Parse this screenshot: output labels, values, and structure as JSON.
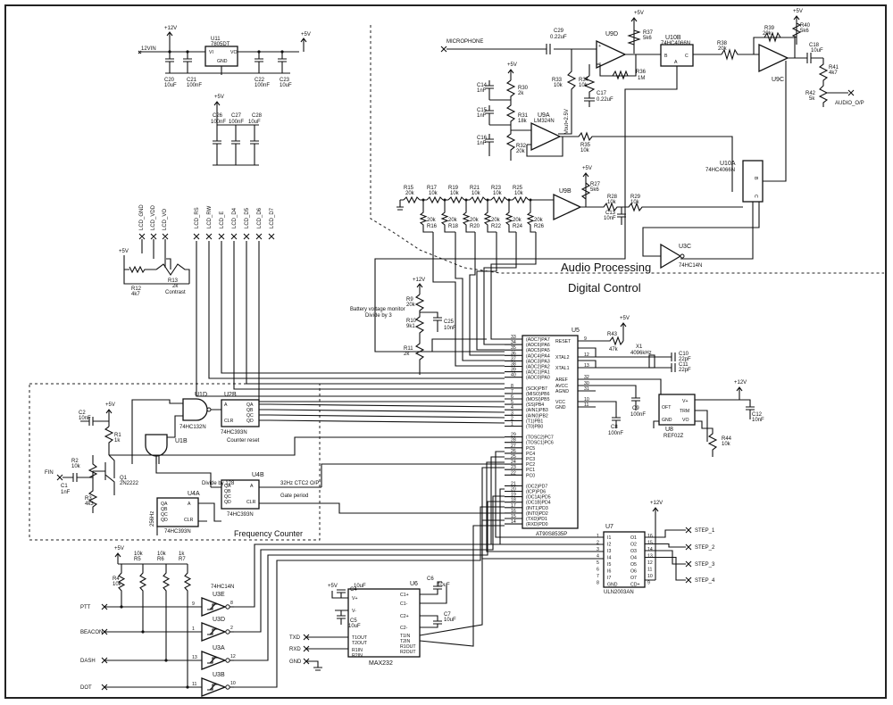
{
  "sections": {
    "audio_processing": "Audio Processing",
    "digital_control": "Digital Control",
    "frequency_counter": "Frequency Counter"
  },
  "power": {
    "v12": "+12V",
    "v5": "+5V",
    "vin": "12VIN"
  },
  "regulator": {
    "ref": "U11",
    "part": "7805DT",
    "vi": "VI",
    "vo": "VO",
    "gnd": "GND",
    "caps": [
      {
        "ref": "C20",
        "value": "10uF"
      },
      {
        "ref": "C21",
        "value": "100nF"
      },
      {
        "ref": "C22",
        "value": "100nF"
      },
      {
        "ref": "C23",
        "value": "10uF"
      }
    ]
  },
  "decoupling": [
    {
      "ref": "C26",
      "value": "100nF"
    },
    {
      "ref": "C27",
      "value": "100nF"
    },
    {
      "ref": "C28",
      "value": "10uF"
    }
  ],
  "lcd": {
    "pins_left": [
      "LCD_GND",
      "LCD_VDD",
      "LCD_VO"
    ],
    "pins_right": [
      "LCD_RS",
      "LCD_RW",
      "LCD_E",
      "LCD_D4",
      "LCD_D5",
      "LCD_D6",
      "LCD_D7"
    ],
    "r12": {
      "ref": "R12",
      "value": "4k7"
    },
    "r13": {
      "ref": "R13",
      "value": "2k"
    },
    "contrast": "Contrast"
  },
  "audio": {
    "microphone": "MICROPHONE",
    "audio_out": "AUDIO_O/P",
    "u9d": "U9D",
    "u9a": "U9A",
    "u9a_part": "LM324N",
    "u9b": "U9B",
    "u9c": "U9C",
    "u10b": "U10B",
    "u10b_part": "74HC4066N",
    "u10a": "U10A",
    "u10a_part": "74HC4066N",
    "u3c": "U3C",
    "u3c_part": "74HC14N",
    "vout": "Vout=2.5V",
    "c29": {
      "ref": "C29",
      "value": "0.22uF"
    },
    "c17": {
      "ref": "C17",
      "value": "0.22uF"
    },
    "c18": {
      "ref": "C18",
      "value": "10uF"
    },
    "c13": {
      "ref": "C13",
      "value": "10nF"
    },
    "c14": {
      "ref": "C14",
      "value": "1nF"
    },
    "c15": {
      "ref": "C15",
      "value": "1nF"
    },
    "c16": {
      "ref": "C16",
      "value": "1nF"
    },
    "resistors": [
      {
        "ref": "R37",
        "value": "5k6"
      },
      {
        "ref": "R36",
        "value": "1M"
      },
      {
        "ref": "R34",
        "value": "10k"
      },
      {
        "ref": "R33",
        "value": "10k"
      },
      {
        "ref": "R38",
        "value": "20k"
      },
      {
        "ref": "R39",
        "value": "20k"
      },
      {
        "ref": "R40",
        "value": "5k6"
      },
      {
        "ref": "R41",
        "value": "4k7"
      },
      {
        "ref": "R42",
        "value": "5k"
      },
      {
        "ref": "R30",
        "value": "2k"
      },
      {
        "ref": "R31",
        "value": "18k"
      },
      {
        "ref": "R32",
        "value": "20k"
      },
      {
        "ref": "R35",
        "value": "10k"
      },
      {
        "ref": "R27",
        "value": "5k6"
      },
      {
        "ref": "R28",
        "value": "10k"
      },
      {
        "ref": "R29",
        "value": "10k"
      }
    ],
    "dac_top": [
      {
        "ref": "R15",
        "value": "20k"
      },
      {
        "ref": "R17",
        "value": "10k"
      },
      {
        "ref": "R19",
        "value": "10k"
      },
      {
        "ref": "R21",
        "value": "10k"
      },
      {
        "ref": "R23",
        "value": "10k"
      },
      {
        "ref": "R25",
        "value": "10k"
      }
    ],
    "dac_bottom": [
      {
        "ref": "R16",
        "value": "20k"
      },
      {
        "ref": "R18",
        "value": "20k"
      },
      {
        "ref": "R20",
        "value": "20k"
      },
      {
        "ref": "R22",
        "value": "20k"
      },
      {
        "ref": "R24",
        "value": "20k"
      },
      {
        "ref": "R26",
        "value": "20k"
      }
    ]
  },
  "battery": {
    "title": "Battery voltage monitor",
    "subtitle": "Divide by 3",
    "r9": {
      "ref": "R9",
      "value": "20k"
    },
    "r10": {
      "ref": "R10",
      "value": "9k1"
    },
    "r11": {
      "ref": "R11",
      "value": "2k"
    },
    "c25": {
      "ref": "C25",
      "value": "10nF"
    }
  },
  "mcu": {
    "ref": "U5",
    "part": "AT90S8535P",
    "left_pins": [
      {
        "num": "33",
        "label": "(ADC7)PA7"
      },
      {
        "num": "34",
        "label": "(ADC6)PA6"
      },
      {
        "num": "35",
        "label": "(ADC5)PA5"
      },
      {
        "num": "36",
        "label": "(ADC4)PA4"
      },
      {
        "num": "37",
        "label": "(ADC3)PA3"
      },
      {
        "num": "38",
        "label": "(ADC2)PA2"
      },
      {
        "num": "39",
        "label": "(ADC1)PA1"
      },
      {
        "num": "40",
        "label": "(ADC0)PA0"
      },
      {
        "num": "8",
        "label": "(SCK)PB7"
      },
      {
        "num": "7",
        "label": "(MISO)PB6"
      },
      {
        "num": "6",
        "label": "(MOSI)PB5"
      },
      {
        "num": "5",
        "label": "(SS)PB4"
      },
      {
        "num": "4",
        "label": "(AIN1)PB3"
      },
      {
        "num": "3",
        "label": "(AIN0)PB2"
      },
      {
        "num": "2",
        "label": "(T1)PB1"
      },
      {
        "num": "1",
        "label": "(T0)PB0"
      },
      {
        "num": "29",
        "label": "(TOSC2)PC7"
      },
      {
        "num": "28",
        "label": "(TOSC1)PC6"
      },
      {
        "num": "27",
        "label": "PC5"
      },
      {
        "num": "26",
        "label": "PC4"
      },
      {
        "num": "25",
        "label": "PC3"
      },
      {
        "num": "24",
        "label": "PC2"
      },
      {
        "num": "23",
        "label": "PC1"
      },
      {
        "num": "22",
        "label": "PC0"
      },
      {
        "num": "21",
        "label": "(OC2)PD7"
      },
      {
        "num": "20",
        "label": "(ICP)PD6"
      },
      {
        "num": "19",
        "label": "(OC1A)PD5"
      },
      {
        "num": "18",
        "label": "(OC1B)PD4"
      },
      {
        "num": "17",
        "label": "(INT1)PD3"
      },
      {
        "num": "16",
        "label": "(INT0)PD2"
      },
      {
        "num": "15",
        "label": "(TXD)PD1"
      },
      {
        "num": "14",
        "label": "(RXD)PD0"
      }
    ],
    "right_pins": [
      {
        "num": "9",
        "label": "RESET"
      },
      {
        "num": "12",
        "label": "XTAL2"
      },
      {
        "num": "13",
        "label": "XTAL1"
      },
      {
        "num": "32",
        "label": "AREF"
      },
      {
        "num": "30",
        "label": "AVCC"
      },
      {
        "num": "31",
        "label": "AGND"
      },
      {
        "num": "10",
        "label": "VCC"
      },
      {
        "num": "11",
        "label": "GND"
      }
    ],
    "r43": {
      "ref": "R43",
      "value": "47k"
    },
    "x1": {
      "ref": "X1",
      "value": "4096kHz"
    },
    "c10": {
      "ref": "C10",
      "value": "22pF"
    },
    "c11": {
      "ref": "C11",
      "value": "22pF"
    },
    "c9": {
      "ref": "C9",
      "value": "100nF"
    },
    "c8": {
      "ref": "C8",
      "value": "100nF"
    }
  },
  "vref": {
    "ref": "U8",
    "part": "REF02Z",
    "pins": [
      "V+",
      "OFT",
      "TRM",
      "VO",
      "GND"
    ],
    "r44": {
      "ref": "R44",
      "value": "10k"
    },
    "c12": {
      "ref": "C12",
      "value": "10nF"
    }
  },
  "counter": {
    "u1d": "U1D",
    "u1d_part": "74HC132N",
    "u1b": "U1B",
    "u2b": "U2B",
    "u2b_part": "74HC393N",
    "u2b_pins": [
      "A",
      "QA",
      "QB",
      "QC",
      "QD",
      "CLR"
    ],
    "counter_reset": "Counter reset",
    "u4a": "U4A",
    "u4a_part": "74HC393N",
    "u4b": "U4B",
    "u4b_part": "74HC393N",
    "divide_by": "Divide by 128",
    "gate": "32Hz CTC2 O/P",
    "gate_period": "Gate period",
    "hz256": "256Hz",
    "fin": "FIN",
    "q1": {
      "ref": "Q1",
      "value": "2N2222"
    },
    "c1": {
      "ref": "C1",
      "value": "1nF"
    },
    "c2": {
      "ref": "C2",
      "value": "10nF"
    },
    "r1": {
      "ref": "R1",
      "value": "1k"
    },
    "r2": {
      "ref": "R2",
      "value": "10k"
    },
    "r3": {
      "ref": "R3",
      "value": "4k3"
    }
  },
  "inputs": {
    "signals": [
      "PTT",
      "BEACON",
      "DASH",
      "DOT"
    ],
    "resistors": [
      {
        "ref": "R4",
        "value": "10k"
      },
      {
        "ref": "R5",
        "value": "10k"
      },
      {
        "ref": "R6",
        "value": "10k"
      },
      {
        "ref": "R7",
        "value": "1k"
      }
    ],
    "gates": [
      "U3E",
      "U3D",
      "U3A",
      "U3B"
    ],
    "part": "74HC14N"
  },
  "rs232": {
    "ref": "U6",
    "part": "MAX232",
    "c4": {
      "ref": "C4",
      "value": "10uF"
    },
    "c5": {
      "ref": "C5",
      "value": "10uF"
    },
    "c6": {
      "ref": "C6",
      "value": "10uF"
    },
    "c7": {
      "ref": "C7",
      "value": "10uF"
    },
    "left_pins": [
      "V+",
      "V-",
      "T1OUT",
      "T2OUT",
      "R1IN",
      "R2IN"
    ],
    "right_pins": [
      "C1+",
      "C1-",
      "C2+",
      "C2-",
      "T1IN",
      "T2IN",
      "R1OUT",
      "R2OUT"
    ],
    "signals": [
      "TXD",
      "RXD",
      "GND"
    ]
  },
  "driver": {
    "ref": "U7",
    "part": "ULN2003AN",
    "in_pins": [
      "I1",
      "I2",
      "I3",
      "I4",
      "I5",
      "I6",
      "I7",
      "GND"
    ],
    "out_pins": [
      "O1",
      "O2",
      "O3",
      "O4",
      "O5",
      "O6",
      "O7",
      "CD+"
    ],
    "steps": [
      "STEP_1",
      "STEP_2",
      "STEP_3",
      "STEP_4"
    ]
  }
}
